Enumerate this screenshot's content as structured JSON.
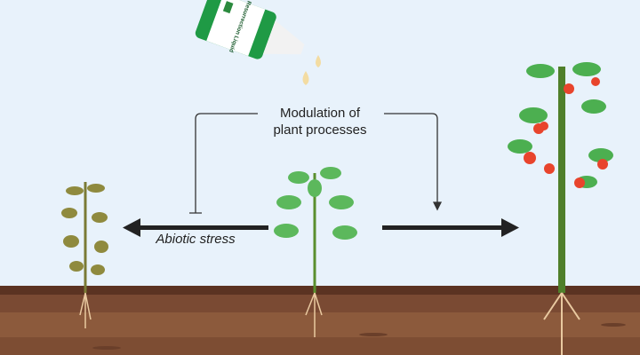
{
  "modulation_label": {
    "line1": "Modulation of",
    "line2": "plant processes"
  },
  "stress_label": "Abiotic stress",
  "bottle": {
    "label": "Resurrection Liquid",
    "color": "#1f9a45"
  },
  "colors": {
    "sky": "#e8f2fb",
    "soil_top": "#5b3322",
    "soil": "#7a4a33",
    "leaf": "#4caf50",
    "wilted": "#8a8a3a",
    "tomato": "#e8442c"
  }
}
